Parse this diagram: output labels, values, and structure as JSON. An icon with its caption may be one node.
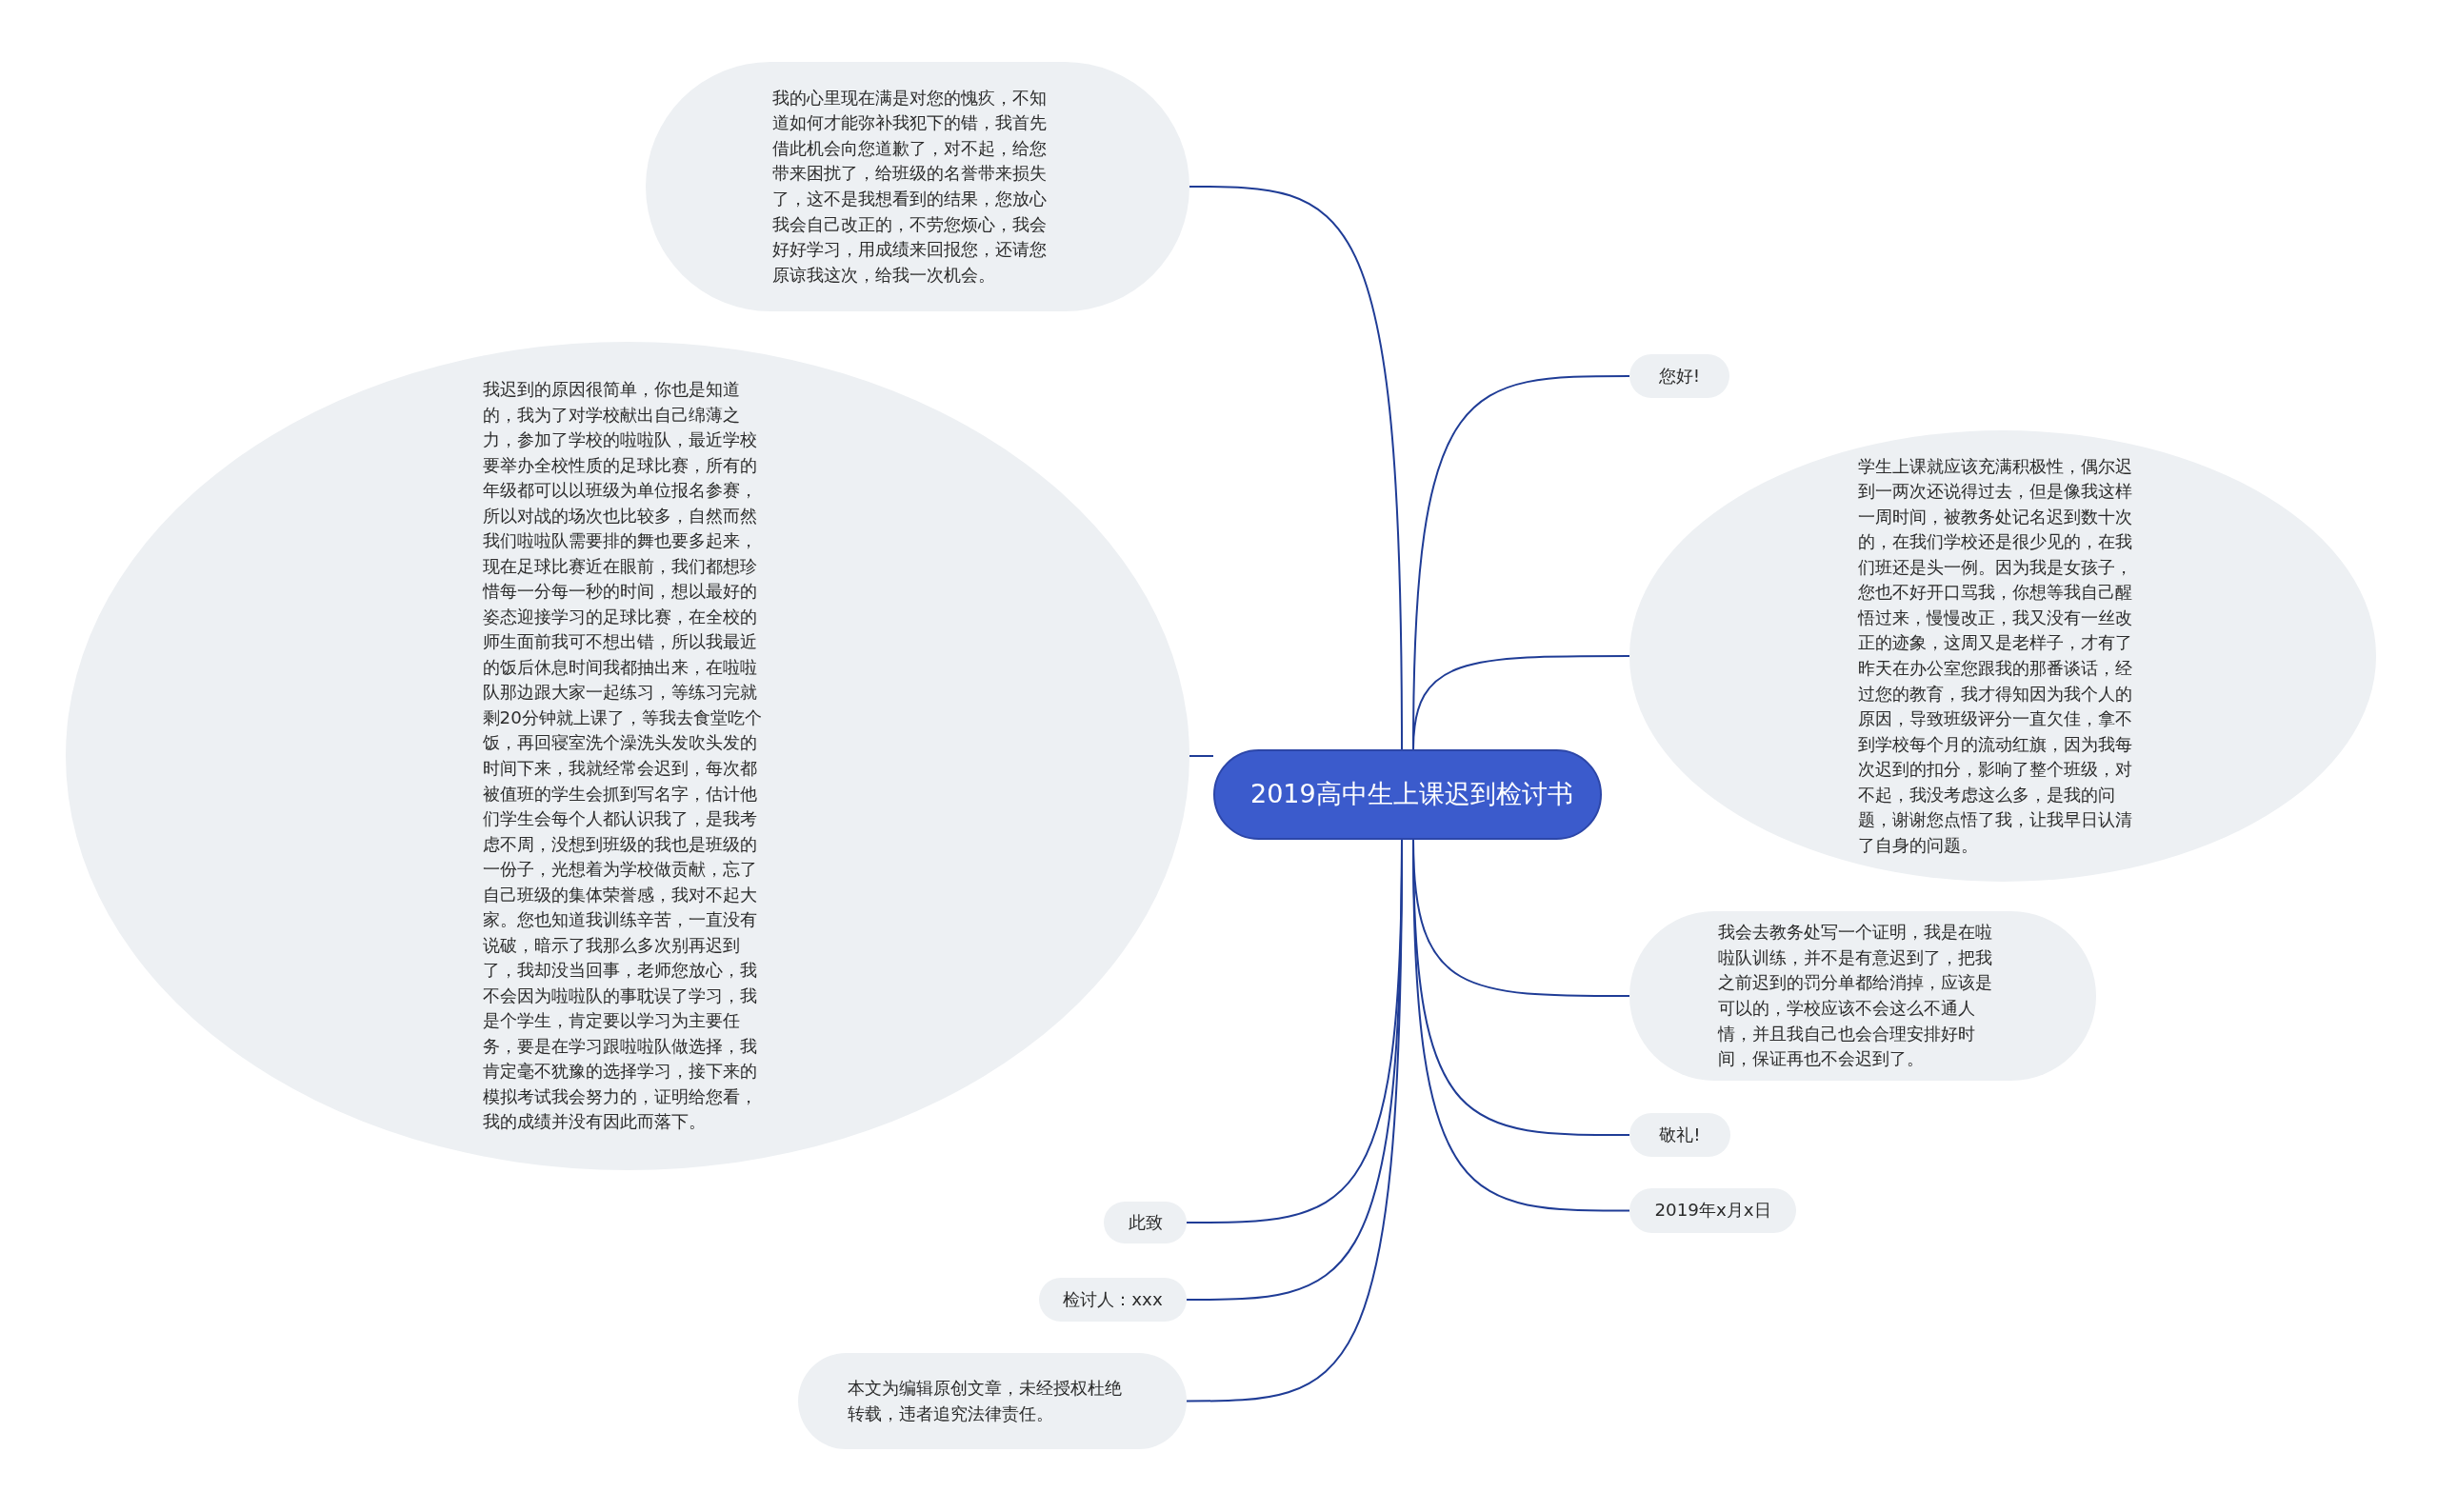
{
  "diagram": {
    "nodes": [
      {
        "text": [
          "2019高中生上课迟到检讨书"
        ]
      },
      {
        "text": [
          "我的心里现在满是对您的愧疚，不知道如何才能弥补我犯下的错，我首先借此机会向您道歉了，对不起，给您带来困扰了，给班级的名誉带来损失了，这不是我想看到的结果，您放心我会自己改正的，不劳您烦心，我会好好学习，用成绩来回报您，还请您原谅我这次，给我一次机会。"
        ]
      },
      {
        "text": [
          "我迟到的原因很简单，你也是知道的，我为了对学校献出自己绵薄之力，参加了学校的啦啦队，最近学校要举办全校性质的足球比赛，所有的年级都可以以班级为单位报名参赛，所以对战的场次也比较多，自然而然我们啦啦队需要排的舞也要多起来，现在足球比赛近在眼前，我们都想珍惜每一分每一秒的时间，想以最好的姿态迎接学习的足球比赛，在全校的师生面前我可不想出错，所以我最近的饭后休息时间我都抽出来，在啦啦队那边跟大家一起练习，等练习完就剩20分钟就上课了，等我去食堂吃个饭，再回寝室洗个澡洗头发吹头发的时间下来，我就经常会迟到，每次都被值班的学生会抓到写名字，估计他们学生会每个人都认识我了，是我考虑不周，没想到班级的我也是班级的一份子，光想着为学校做贡献，忘了自己班级的集体荣誉感，我对不起大家。您也知道我训练辛苦，一直没有说破，暗示了我那么多次别再迟到了，我却没当回事，老师您放心，我不会因为啦啦队的事耽误了学习，我是个学生，肯定要以学习为主要任务，要是在学习跟啦啦队做选择，我肯定毫不犹豫的选择学习，接下来的模拟考试我会努力的，证明给您看，我的成绩并没有因此而落下。"
        ]
      },
      {
        "text": [
          "您好!"
        ]
      },
      {
        "text": [
          "学生上课就应该充满积极性，偶尔迟到一两次还说得过去，但是像我这样一周时间，被教务处记名迟到数十次的，在我们学校还是很少见的，在我们班还是头一例。因为我是女孩子，您也不好开口骂我，你想等我自己醒悟过来，慢慢改正，我又没有一丝改正的迹象，这周又是老样子，才有了昨天在办公室您跟我的那番谈话，经过您的教育，我才得知因为我个人的原因，导致班级评分一直欠佳，拿不到学校每个月的流动红旗，因为我每次迟到的扣分，影响了整个班级，对不起，我没考虑这么多，是我的问题，谢谢您点悟了我，让我早日认清了自身的问题。"
        ]
      },
      {
        "text": [
          "我会去教务处写一个证明，我是在啦啦队训练，并不是有意迟到了，把我之前迟到的罚分单都给消掉，应该是可以的，学校应该不会这么不通人情，并且我自己也会合理安排好时间，保证再也不会迟到了。"
        ]
      },
      {
        "text": [
          "敬礼!"
        ]
      },
      {
        "text": [
          "2019年x月x日"
        ]
      },
      {
        "text": [
          "此致"
        ]
      },
      {
        "text": [
          "检讨人：xxx"
        ]
      },
      {
        "text": [
          "本文为编辑原创文章，未经授权杜绝转载，违者追究法律责任。"
        ]
      }
    ],
    "edges": [
      {
        "from": 0,
        "to": 1,
        "arrow": "none"
      },
      {
        "from": 0,
        "to": 2,
        "arrow": "none"
      },
      {
        "from": 0,
        "to": 3,
        "arrow": "none"
      },
      {
        "from": 0,
        "to": 4,
        "arrow": "none"
      },
      {
        "from": 0,
        "to": 5,
        "arrow": "none"
      },
      {
        "from": 0,
        "to": 6,
        "arrow": "none"
      },
      {
        "from": 0,
        "to": 7,
        "arrow": "none"
      },
      {
        "from": 0,
        "to": 8,
        "arrow": "none"
      },
      {
        "from": 0,
        "to": 9,
        "arrow": "none"
      },
      {
        "from": 0,
        "to": 10,
        "arrow": "none"
      }
    ]
  }
}
